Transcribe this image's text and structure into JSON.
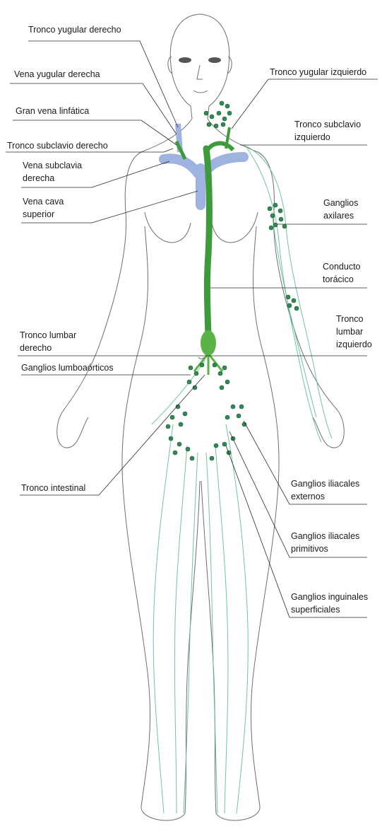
{
  "colors": {
    "vein": "#9fb3e0",
    "lymph_duct": "#3f9a3c",
    "lymph_vessel": "#5fbf8f",
    "lymph_node": "#2f8a55",
    "body_outline": "#6e6e6e"
  },
  "labels": {
    "tronco_yugular_derecho": "Tronco yugular derecho",
    "vena_yugular_derecha": "Vena yugular derecha",
    "gran_vena_linfatica": "Gran vena linfática",
    "tronco_subclavio_derecho": "Tronco subclavio derecho",
    "vena_subclavia_derecha_1": "Vena subclavia",
    "vena_subclavia_derecha_2": "derecha",
    "vena_cava_superior_1": "Vena cava",
    "vena_cava_superior_2": "superior",
    "tronco_lumbar_derecho_1": "Tronco lumbar",
    "tronco_lumbar_derecho_2": "derecho",
    "ganglios_lumboaorticos": "Ganglios lumboaórticos",
    "tronco_intestinal": "Tronco intestinal",
    "tronco_yugular_izquierdo": "Tronco yugular izquierdo",
    "tronco_subclavio_izquierdo_1": "Tronco subclavio",
    "tronco_subclavio_izquierdo_2": "izquierdo",
    "ganglios_axilares_1": "Ganglios",
    "ganglios_axilares_2": "axilares",
    "conducto_toracico_1": "Conducto",
    "conducto_toracico_2": "torácico",
    "tronco_lumbar_izquierdo_1": "Tronco",
    "tronco_lumbar_izquierdo_2": "lumbar",
    "tronco_lumbar_izquierdo_3": "izquierdo",
    "ganglios_iliacales_externos_1": "Ganglios iliacales",
    "ganglios_iliacales_externos_2": "externos",
    "ganglios_iliacales_primitivos_1": "Ganglios iliacales",
    "ganglios_iliacales_primitivos_2": "primitivos",
    "ganglios_inguinales_1": "Ganglios inguinales",
    "ganglios_inguinales_2": "superficiales"
  }
}
